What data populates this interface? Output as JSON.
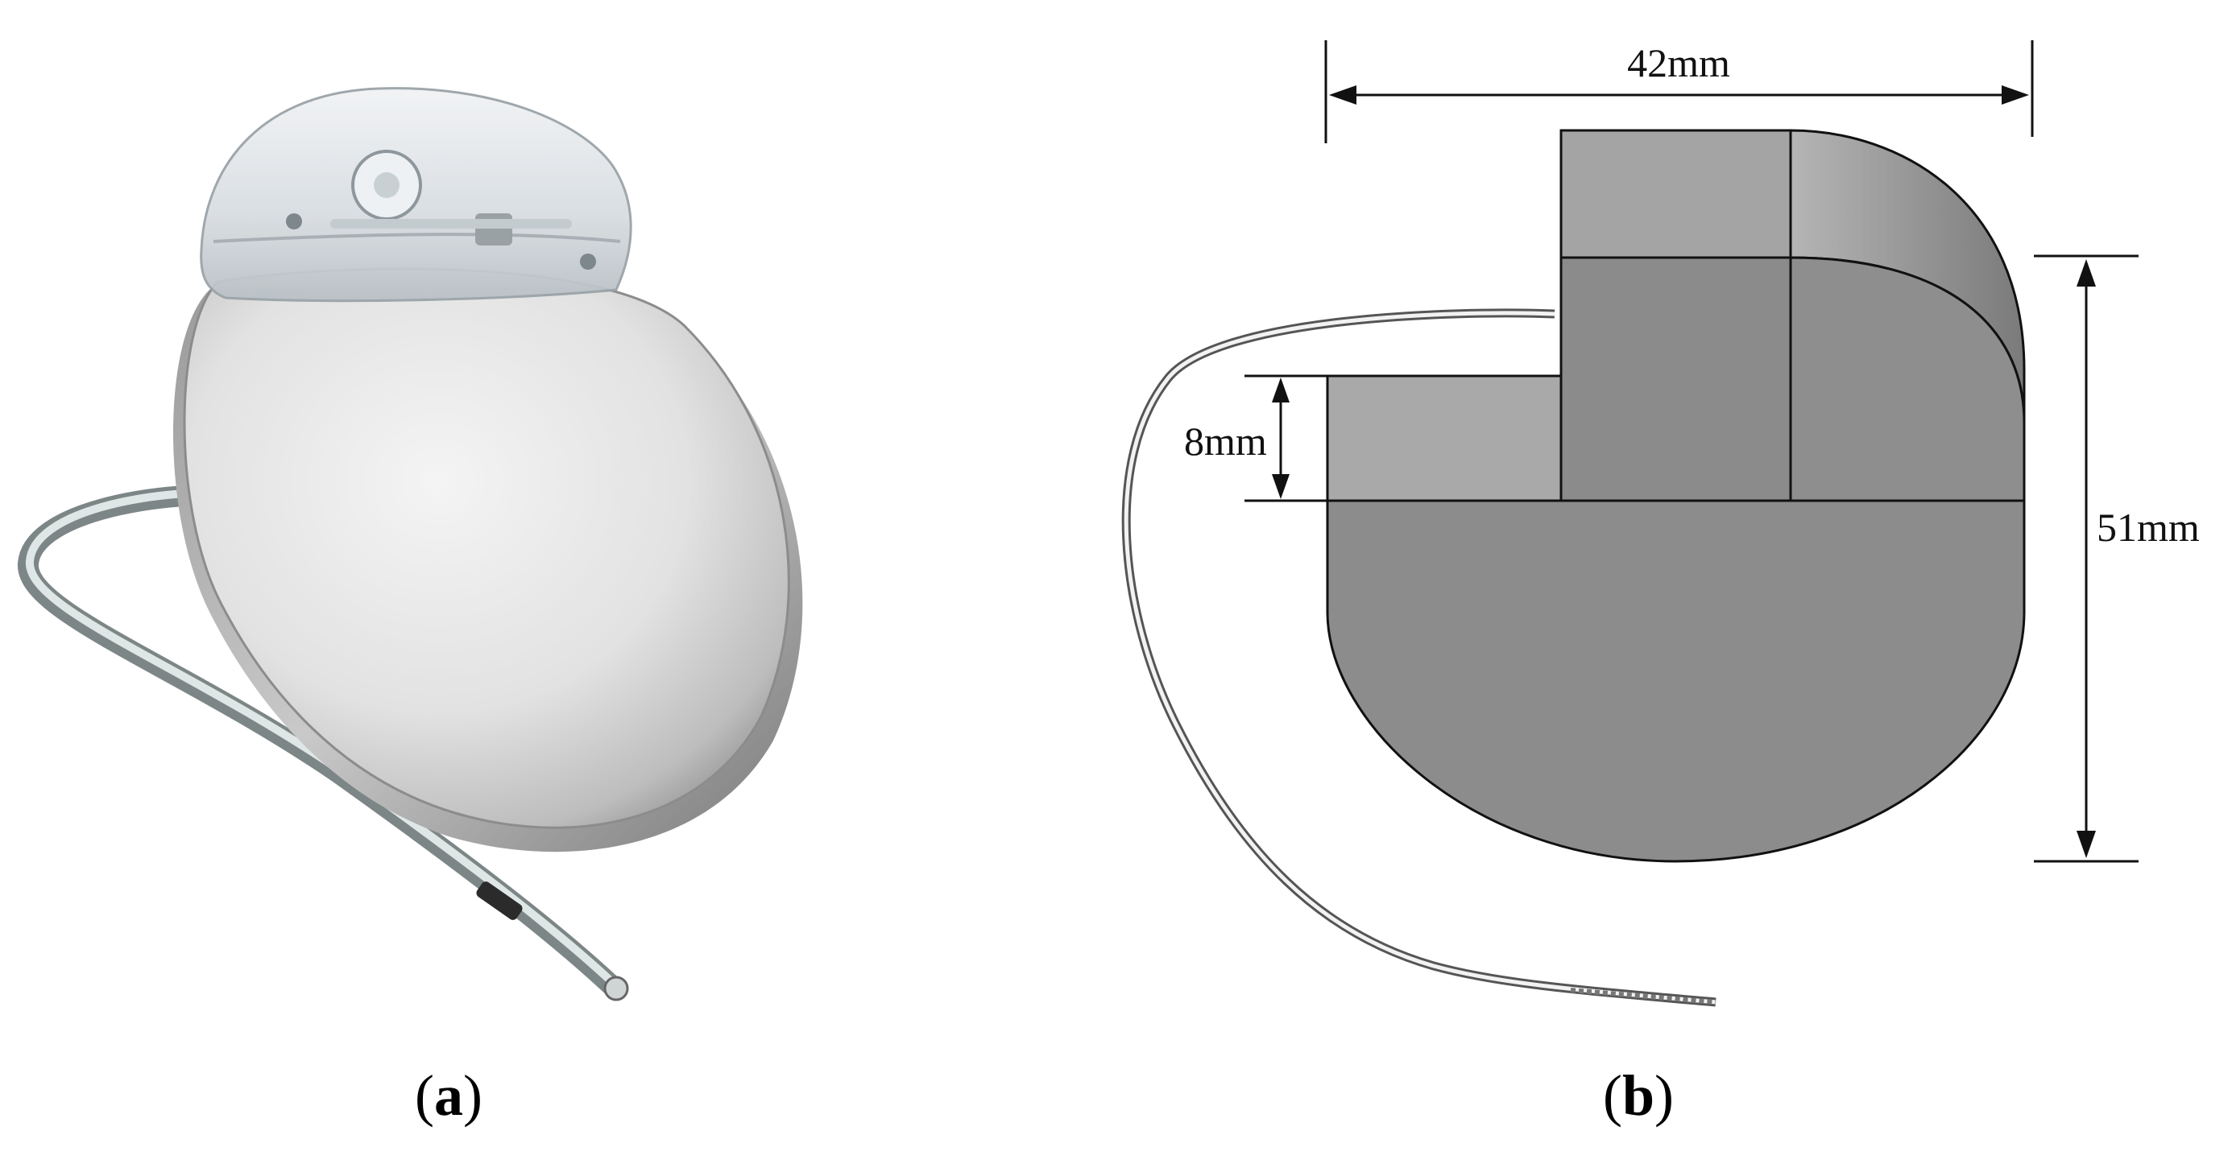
{
  "panel_a": {
    "caption_open": "(",
    "caption_letter": "a",
    "caption_close": ")"
  },
  "panel_b": {
    "caption_open": "(",
    "caption_letter": "b",
    "caption_close": ")",
    "dimensions": {
      "width": "42mm",
      "height": "51mm",
      "thickness": "8mm"
    }
  },
  "colors": {
    "metal_light": "#e6e6e6",
    "metal_dark": "#8e8e8e",
    "header_clear": "#dfe3e6",
    "block_light": "#a5a5a5",
    "block_mid": "#8a8a8a",
    "outline": "#111111"
  }
}
